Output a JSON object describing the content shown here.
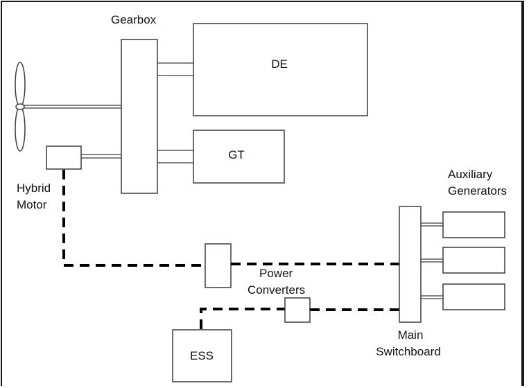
{
  "diagram": {
    "labels": {
      "gearbox": "Gearbox",
      "diesel_engine": "DE",
      "gas_turbine": "GT",
      "hybrid_motor_line1": "Hybrid",
      "hybrid_motor_line2": "Motor",
      "auxiliary_generators_line1": "Auxiliary",
      "auxiliary_generators_line2": "Generators",
      "power_converters_line1": "Power",
      "power_converters_line2": "Converters",
      "ess": "ESS",
      "main_switchboard_line1": "Main",
      "main_switchboard_line2": "Switchboard"
    },
    "connections": [
      {
        "from": "propeller",
        "to": "gearbox",
        "type": "mechanical-shaft"
      },
      {
        "from": "gearbox",
        "to": "diesel_engine",
        "type": "mechanical-shaft"
      },
      {
        "from": "gearbox",
        "to": "gas_turbine",
        "type": "mechanical-shaft"
      },
      {
        "from": "hybrid_motor",
        "to": "gearbox",
        "type": "mechanical-shaft"
      },
      {
        "from": "hybrid_motor",
        "to": "power_converter_1",
        "type": "electrical-dashed"
      },
      {
        "from": "power_converter_1",
        "to": "main_switchboard",
        "type": "electrical-dashed"
      },
      {
        "from": "ess",
        "to": "power_converter_2",
        "type": "electrical-dashed"
      },
      {
        "from": "power_converter_2",
        "to": "main_switchboard",
        "type": "electrical-dashed"
      },
      {
        "from": "main_switchboard",
        "to": "auxiliary_generator_1",
        "type": "mechanical-shaft"
      },
      {
        "from": "main_switchboard",
        "to": "auxiliary_generator_2",
        "type": "mechanical-shaft"
      },
      {
        "from": "main_switchboard",
        "to": "auxiliary_generator_3",
        "type": "mechanical-shaft"
      }
    ]
  }
}
